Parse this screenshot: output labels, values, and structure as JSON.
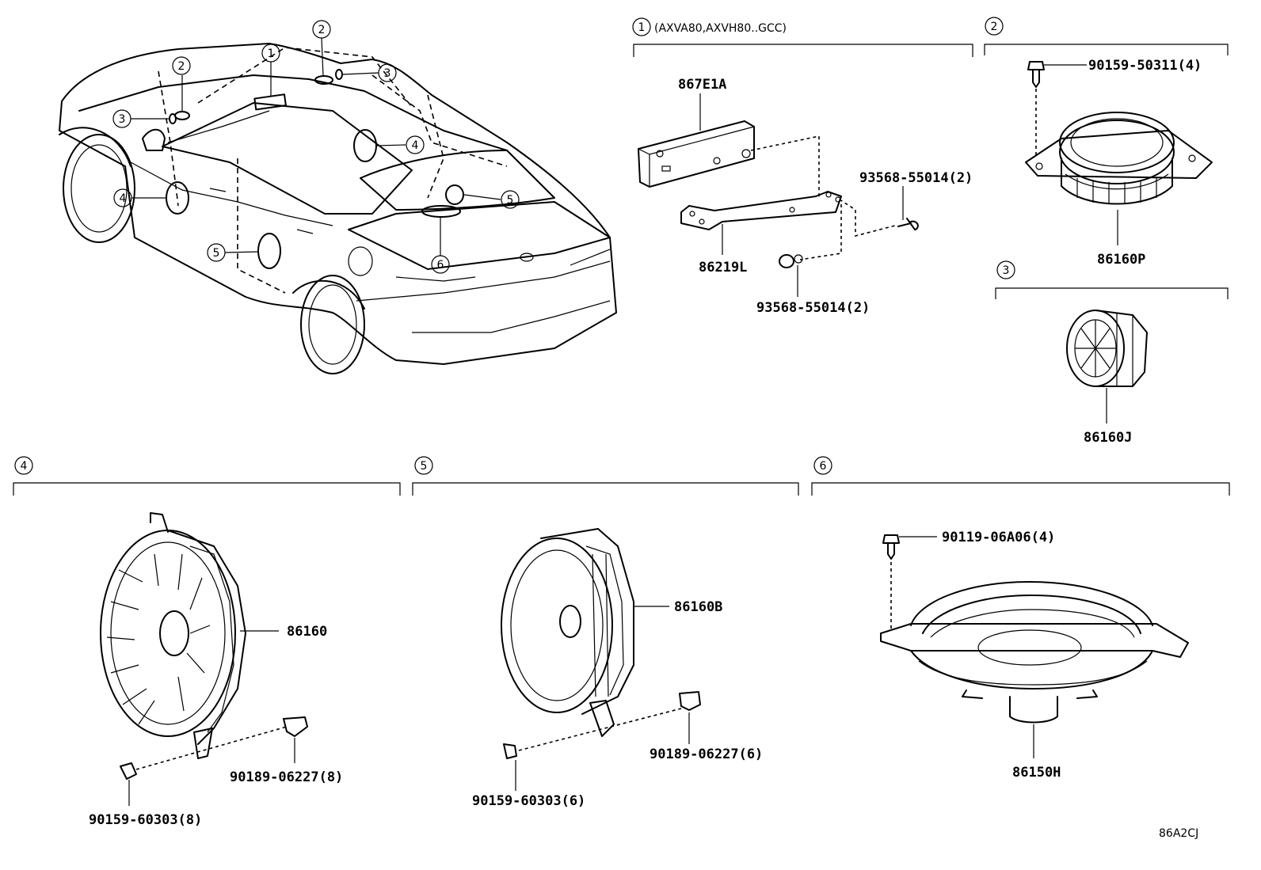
{
  "diagram": {
    "callouts": [
      "1",
      "2",
      "3",
      "4",
      "5",
      "6"
    ],
    "section1": {
      "number": "1",
      "condition": "(AXVA80,AXVH80..GCC)",
      "parts": [
        "867E1A",
        "86219L",
        "93568-55014(2)",
        "93568-55014(2)"
      ]
    },
    "section2": {
      "number": "2",
      "parts": [
        "90159-50311(4)",
        "86160P"
      ]
    },
    "section3": {
      "number": "3",
      "parts": [
        "86160J"
      ]
    },
    "section4": {
      "number": "4",
      "parts": [
        "86160",
        "90189-06227(8)",
        "90159-60303(8)"
      ]
    },
    "section5": {
      "number": "5",
      "parts": [
        "86160B",
        "90189-06227(6)",
        "90159-60303(6)"
      ]
    },
    "section6": {
      "number": "6",
      "parts": [
        "90119-06A06(4)",
        "86150H"
      ]
    },
    "code": "86A2CJ"
  }
}
